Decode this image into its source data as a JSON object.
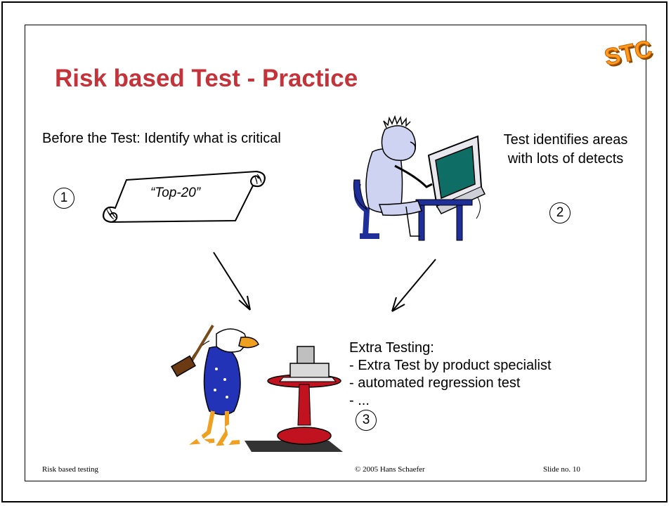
{
  "slide": {
    "title": "Risk based Test - Practice",
    "logo_text": "STC",
    "left_heading": "Before the Test: Identify what is critical",
    "scroll_text": "“Top-20”",
    "right_text": "Test identifies areas with lots of detects",
    "step_numbers": [
      "1",
      "2",
      "3"
    ],
    "extra_testing": {
      "heading": "Extra Testing:",
      "items": [
        "- Extra Test by product specialist",
        "- automated regression test"
      ],
      "trailing": "- ..."
    }
  },
  "footer": {
    "left": "Risk based testing",
    "center": "© 2005 Hans Schaefer",
    "right": "Slide no. 10"
  },
  "colors": {
    "title": "#c4323a",
    "logo": "#ff8c1a",
    "monitor_screen": "#0e6e66",
    "person_blue": "#1f2f9a",
    "table_red": "#c1121f"
  }
}
